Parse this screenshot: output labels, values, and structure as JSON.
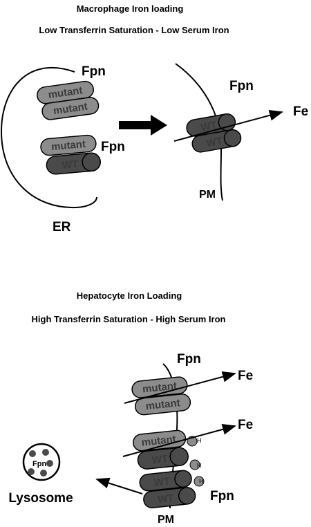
{
  "macrophage": {
    "title": "Macrophage Iron loading",
    "subtitle": "Low Transferrin Saturation - Low Serum Iron",
    "fpn_er_label_1": "Fpn",
    "fpn_er_label_2": "Fpn",
    "mutant_1": "mutant",
    "mutant_2": "mutant",
    "mutant_3": "mutant",
    "wt_1": "WT",
    "er_label": "ER",
    "fpn_pm_label": "Fpn",
    "pm_wt_1": "WT",
    "pm_wt_2": "WT",
    "fe_label": "Fe",
    "pm_label": "PM"
  },
  "hepatocyte": {
    "title": "Hepatocyte Iron Loading",
    "subtitle": "High Transferrin Saturation - High Serum Iron",
    "fpn_top_label": "Fpn",
    "mutant_1": "mutant",
    "mutant_2": "mutant",
    "mutant_3": "mutant",
    "wt_1": "WT",
    "wt_2": "WT",
    "wt_3": "WT",
    "fe_label_1": "Fe",
    "fe_label_2": "Fe",
    "h_1": "H",
    "h_2": "H",
    "h_3": "H",
    "fpn_bottom_label": "Fpn",
    "pm_label": "PM",
    "lysosome_fpn": "Fpn",
    "lysosome_label": "Lysosome"
  },
  "colors": {
    "mutant_fill": "#8c8c8c",
    "wt_fill": "#4a4a4a",
    "outline": "#000000"
  }
}
